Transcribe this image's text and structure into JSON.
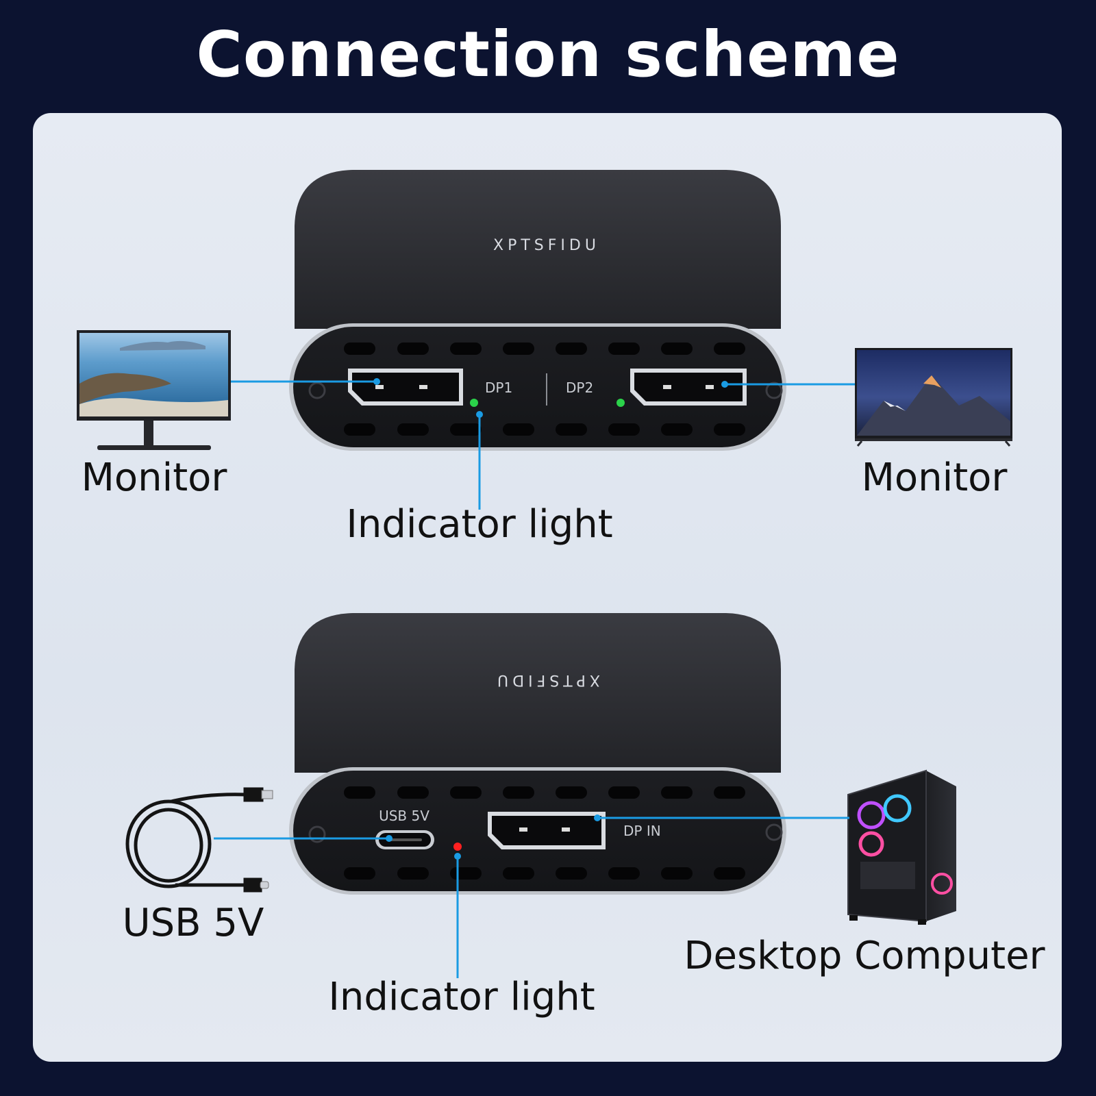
{
  "title": "Connection scheme",
  "brand": "XPTSFIDU",
  "top_device": {
    "port_left": "DP1",
    "port_right": "DP2",
    "label_left": "Monitor",
    "label_right": "Monitor",
    "indicator_label": "Indicator light",
    "led_color": "#2bd24a"
  },
  "bottom_device": {
    "usb_port": "USB 5V",
    "dp_port": "DP IN",
    "label_cable": "USB 5V",
    "label_computer": "Desktop Computer",
    "indicator_label": "Indicator light",
    "led_color": "#ff2020"
  },
  "colors": {
    "background": "#0c1330",
    "panel": "#e2e8f1",
    "connector_line": "#1a9be3",
    "device_body": "#2a2b30"
  }
}
